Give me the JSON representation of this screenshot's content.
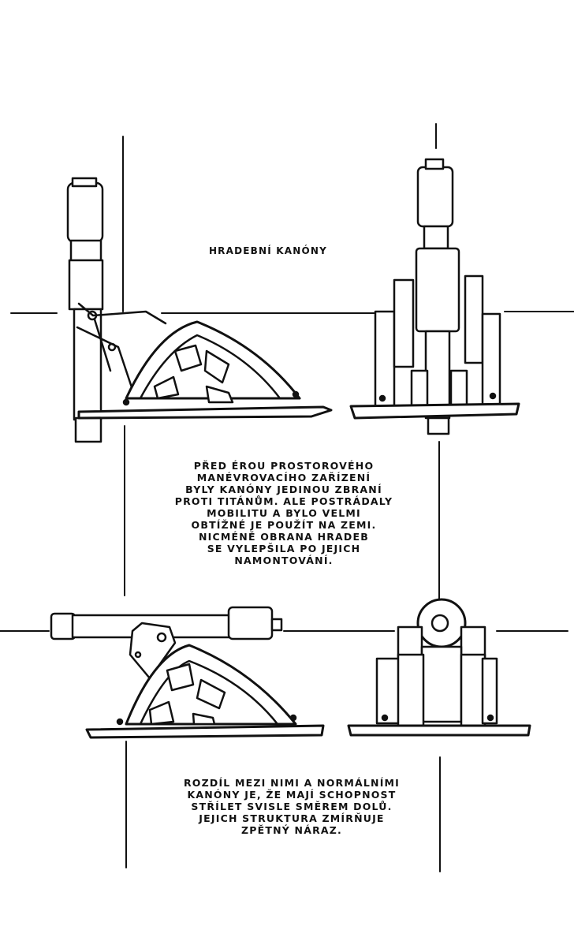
{
  "page": {
    "title": "HRADEBNÍ KANÓNY",
    "paragraph_top": "PŘED ÉROU PROSTOROVÉHO\nMANÉVROVACÍHO ZAŘÍZENÍ\nBYLY KANÓNY JEDINOU ZBRANÍ\nPROTI TITÁNŮM. ALE POSTRÁDALY\nMOBILITU A BYLO VELMI\nOBTÍŽNÉ JE POUŽÍT NA ZEMI.\nNICMÉNĚ OBRANA HRADEB\nSE VYLEPŠILA PO JEJICH\nNAMONTOVÁNÍ.",
    "paragraph_bottom": "ROZDÍL MEZI NIMI A NORMÁLNÍMI\nKANÓNY JE, ŽE MAJÍ SCHOPNOST\nSTŘÍLET SVISLE SMĚREM DOLŮ.\nJEJICH STRUKTURA ZMÍRŇUJE\nZPĚTNÝ NÁRAZ."
  }
}
